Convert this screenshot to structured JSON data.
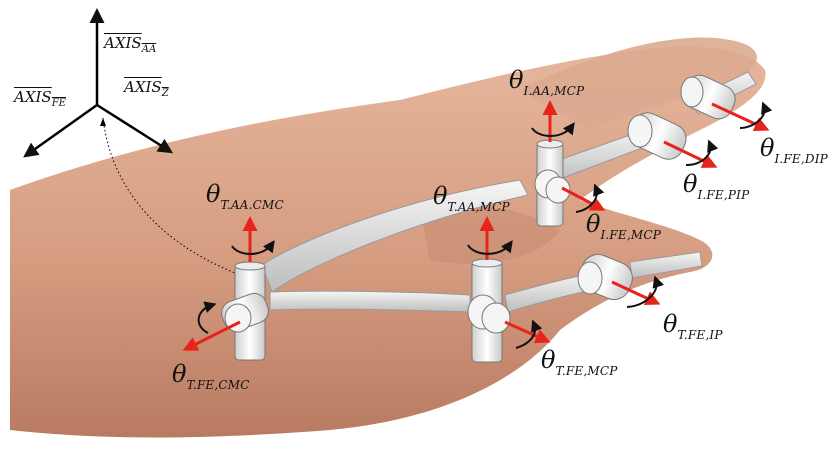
{
  "axes": {
    "fe": {
      "main": "AXIS",
      "sub": "FE"
    },
    "aa": {
      "main": "AXIS",
      "sub": "AA"
    },
    "z": {
      "main": "AXIS",
      "sub": "Z"
    }
  },
  "joints": {
    "i_aa_mcp": {
      "symbol": "θ",
      "sub": "I.AA,MCP"
    },
    "i_fe_dip": {
      "symbol": "θ",
      "sub": "I.FE,DIP"
    },
    "i_fe_pip": {
      "symbol": "θ",
      "sub": "I.FE,PIP"
    },
    "i_fe_mcp": {
      "symbol": "θ",
      "sub": "I.FE,MCP"
    },
    "t_aa_cmc": {
      "symbol": "θ",
      "sub": "T.AA.CMC"
    },
    "t_aa_mcp": {
      "symbol": "θ",
      "sub": "T.AA,MCP"
    },
    "t_fe_cmc": {
      "symbol": "θ",
      "sub": "T.FE,CMC"
    },
    "t_fe_mcp": {
      "symbol": "θ",
      "sub": "T.FE,MCP"
    },
    "t_fe_ip": {
      "symbol": "θ",
      "sub": "T.FE,IP"
    }
  },
  "colors": {
    "skin": "#d9a58a",
    "skin_shadow": "#b97f66",
    "bone": "#e4e4e4",
    "cylinder": "#f2f2f2",
    "rotation_axis": "#e8231c",
    "rotation_arrow": "#111111"
  }
}
